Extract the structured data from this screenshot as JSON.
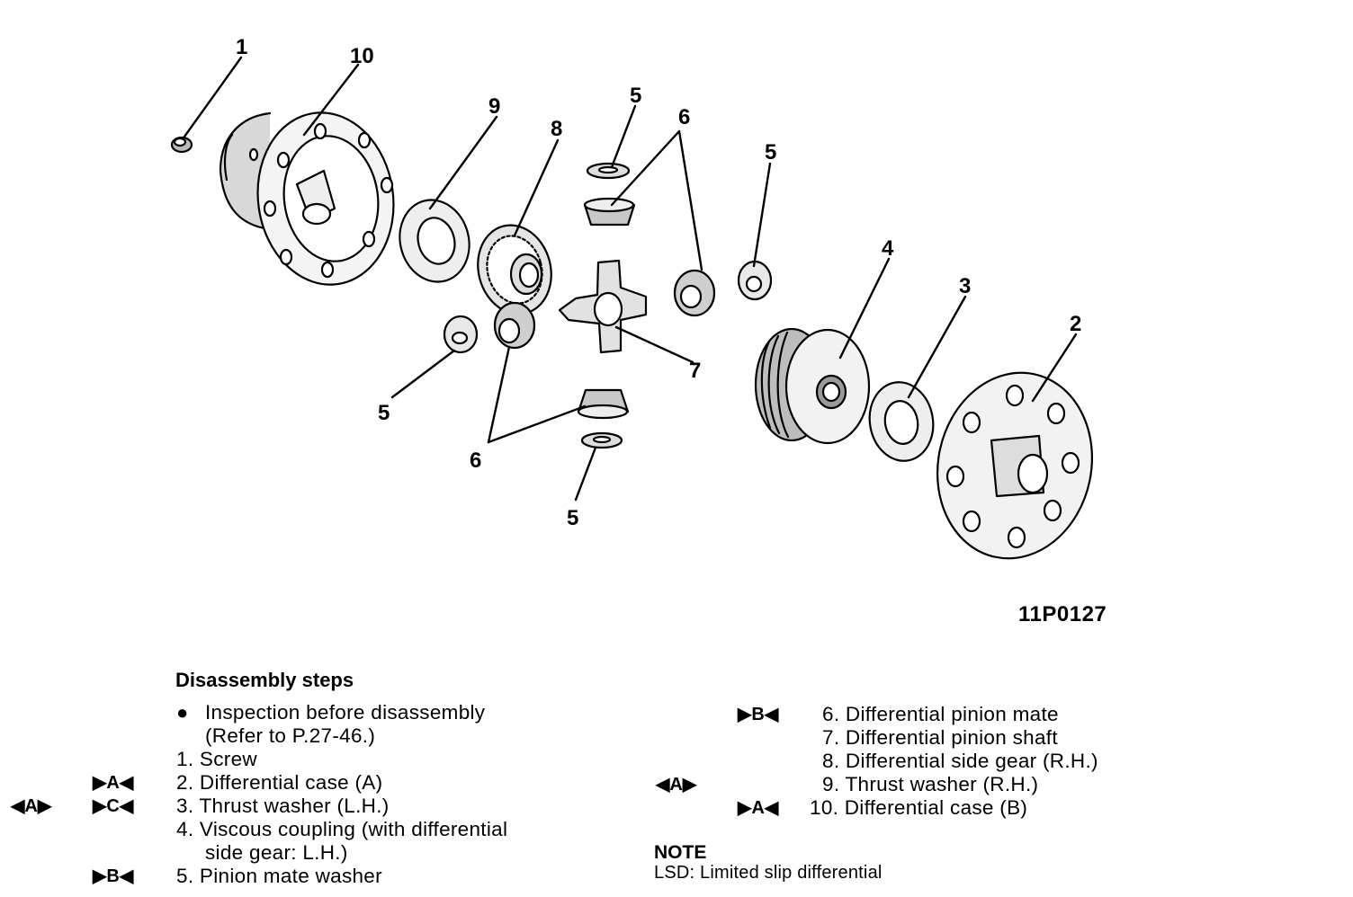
{
  "figure": {
    "id": "11P0127",
    "callouts": {
      "c1": "1",
      "c10": "10",
      "c9": "9",
      "c8": "8",
      "c5a": "5",
      "c6a": "6",
      "c5b": "5",
      "c4": "4",
      "c3": "3",
      "c2": "2",
      "c7": "7",
      "c5c": "5",
      "c6b": "6",
      "c5d": "5"
    }
  },
  "steps": {
    "title": "Disassembly steps",
    "bullet": "●",
    "inspection_line1": "Inspection before disassembly",
    "inspection_line2": "(Refer to P.27-46.)",
    "items": [
      {
        "label": "1. Screw"
      },
      {
        "label": "2. Differential case (A)",
        "mark": "▶A◀"
      },
      {
        "label": "3. Thrust washer (L.H.)",
        "mark": "▶C◀",
        "mark2": "◀A▶"
      },
      {
        "label": "4. Viscous coupling (with differential",
        "cont": "side gear: L.H.)"
      },
      {
        "label": "5. Pinion mate washer",
        "mark": "▶B◀"
      },
      {
        "label": "6. Differential pinion mate",
        "mark": "▶B◀"
      },
      {
        "label": "7. Differential pinion shaft"
      },
      {
        "label": "8. Differential side gear (R.H.)"
      },
      {
        "label": "9. Thrust washer (R.H.)",
        "mark": "◀A▶"
      },
      {
        "label": "10. Differential case (B)",
        "mark": "▶A◀"
      }
    ]
  },
  "note": {
    "heading": "NOTE",
    "text": "LSD: Limited slip differential"
  }
}
